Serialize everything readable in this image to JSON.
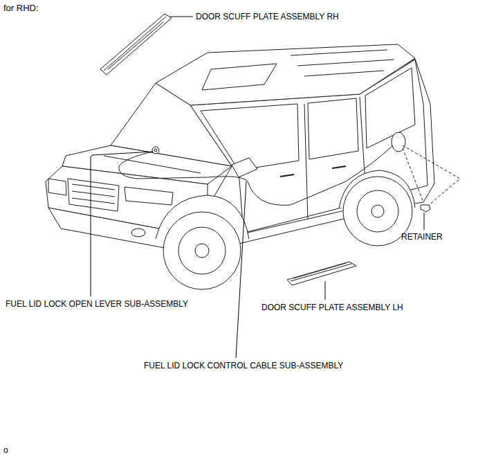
{
  "diagram": {
    "title": "for RHD:",
    "labels": [
      "DOOR SCUFF PLATE ASSEMBLY RH",
      "RETAINER",
      "FUEL LID LOCK OPEN LEVER SUB-ASSEMBLY",
      "DOOR SCUFF PLATE ASSEMBLY LH",
      "FUEL LID LOCK CONTROL CABLE SUB-ASSEMBLY",
      "o"
    ]
  }
}
